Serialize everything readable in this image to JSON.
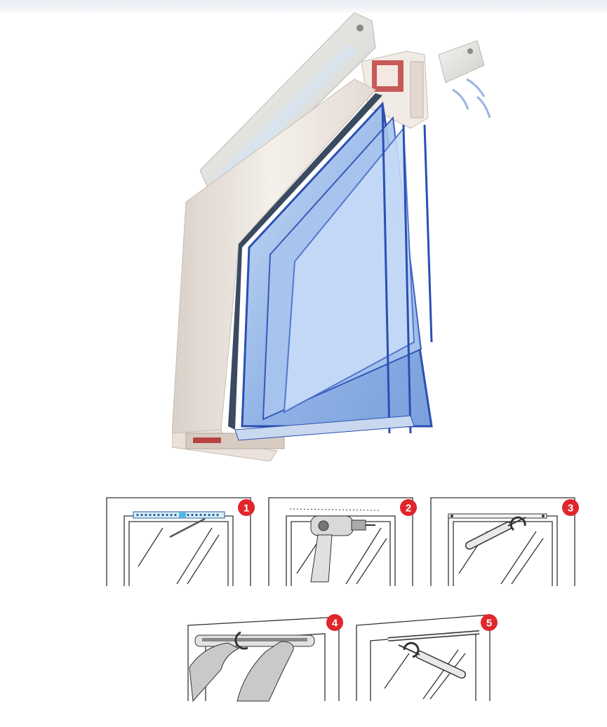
{
  "colors": {
    "accent": "#e0262b",
    "glass": "#8fb2e6",
    "glass_edge": "#2b4fb2",
    "frame": "#ede6e0",
    "seal": "#c03838",
    "outline": "#333333"
  },
  "hero": {
    "icon": "window-cross-section-illustration"
  },
  "steps": [
    {
      "number": "1",
      "icon": "perforated-template-and-pencil-icon"
    },
    {
      "number": "2",
      "icon": "power-drill-icon"
    },
    {
      "number": "3",
      "icon": "screwdriver-fixing-rail-icon"
    },
    {
      "number": "4",
      "icon": "hands-mounting-vent-icon"
    },
    {
      "number": "5",
      "icon": "screwdriver-fixing-vent-icon"
    }
  ]
}
